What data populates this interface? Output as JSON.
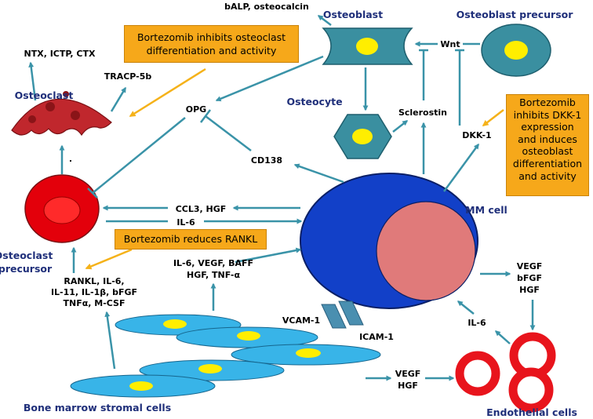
{
  "colors": {
    "arrow": "#3a93a8",
    "orange_arrow": "#f5b21a",
    "box_fill": "#f6a81a",
    "title_text": "#1f2f7a",
    "osteoblast": "#3a8fa0",
    "osteoclast": "#c0272d",
    "mm_cell": "#1240c8",
    "nucleus_mm": "#e07a7a",
    "stroma": "#3ab4e6",
    "endothelial": "#e8141c"
  },
  "titles": {
    "osteoblast": "Osteoblast",
    "osteoblast_precursor": "Osteoblast precursor",
    "osteocyte": "Osteocyte",
    "osteoclast": "Osteoclast",
    "osteoclast_precursor_1": "Osteoclast",
    "osteoclast_precursor_2": "precursor",
    "mm_cell": "MM cell",
    "stromal": "Bone marrow stromal cells",
    "endothelial": "Endothelial cells"
  },
  "labels": {
    "balp": "bALP, osteocalcin",
    "wnt": "Wnt",
    "ntx": "NTX, ICTP, CTX",
    "tracp": "TRACP-5b",
    "opg": "OPG",
    "sclerostin": "Sclerostin",
    "dkk1": "DKK-1",
    "cd138": "CD138",
    "ccl3": "CCL3, HGF",
    "il6_mid": "IL-6",
    "rankl_1": "RANKL, IL-6,",
    "rankl_2": "IL-11, IL-1β, bFGF",
    "rankl_3": "TNFα, M-CSF",
    "il6vegf_1": "IL-6, VEGF, BAFF",
    "il6vegf_2": "HGF, TNF-α",
    "vcam": "VCAM-1",
    "icam": "ICAM-1",
    "vegf_right_1": "VEGF",
    "vegf_right_2": "bFGF",
    "vegf_right_3": "HGF",
    "il6_endo": "IL-6",
    "vegf_bottom_1": "VEGF",
    "vegf_bottom_2": "HGF",
    "dot": "."
  },
  "boxes": {
    "osteoclast_box_1": "Bortezomib inhibits osteoclast",
    "osteoclast_box_2": "differentiation and activity",
    "rankl_box": "Bortezomib reduces RANKL",
    "dkk_box_1": "Bortezomib",
    "dkk_box_2": "inhibits DKK-1",
    "dkk_box_3": "expression",
    "dkk_box_4": "and induces",
    "dkk_box_5": "osteoblast",
    "dkk_box_6": "differentiation",
    "dkk_box_7": "and activity"
  }
}
